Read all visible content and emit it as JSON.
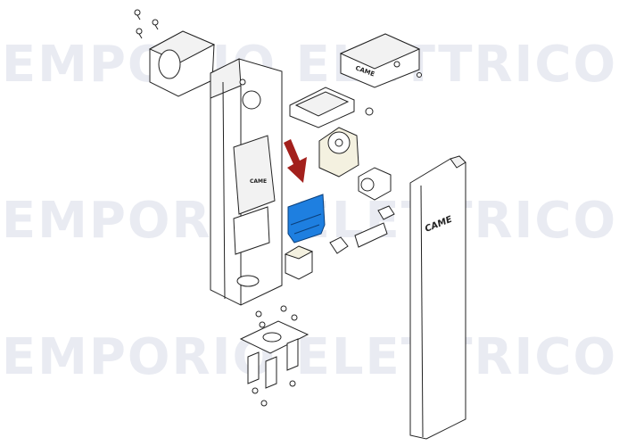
{
  "watermark": {
    "text": "EMPORIO ELETTRICO",
    "color": "#e9ebf2"
  },
  "brand_labels": {
    "cover": "CAME",
    "cabinet": "CAME",
    "top_cover": "CAME"
  },
  "highlight": {
    "part": "control-board",
    "color": "#1e7fe0",
    "arrow_color": "#a3201c"
  }
}
